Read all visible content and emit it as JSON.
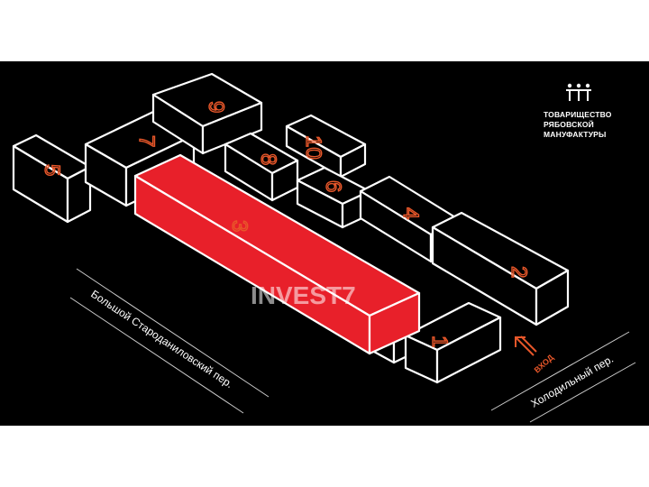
{
  "logo": {
    "lines": [
      "ТОВАРИЩЕСТВО",
      "РЯБОВСКОЙ",
      "МАНУФАКТУРЫ"
    ]
  },
  "buildings": [
    {
      "label": "5",
      "highlighted": false
    },
    {
      "label": "7",
      "highlighted": false
    },
    {
      "label": "9",
      "highlighted": false
    },
    {
      "label": "8",
      "highlighted": false
    },
    {
      "label": "10",
      "highlighted": false
    },
    {
      "label": "6",
      "highlighted": false
    },
    {
      "label": "4",
      "highlighted": false
    },
    {
      "label": "2",
      "highlighted": false
    },
    {
      "label": "1",
      "highlighted": false
    },
    {
      "label": "3",
      "highlighted": true
    }
  ],
  "streets": {
    "left": "Большой Староданиловский пер.",
    "right": "Холодильный пер."
  },
  "entrance": {
    "label": "ВХОД"
  },
  "watermark": "INVEST7",
  "colors": {
    "highlight": "#e8202a",
    "accent": "#e8572a",
    "background": "#000000",
    "outline": "#ffffff"
  }
}
